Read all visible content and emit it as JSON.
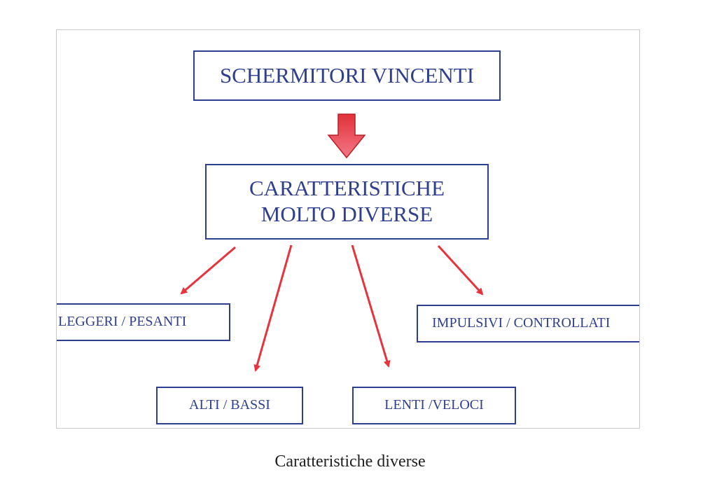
{
  "diagram": {
    "root": {
      "label": "SCHERMITORI VINCENTI"
    },
    "center": {
      "line1": "CARATTERISTICHE",
      "line2": "MOLTO DIVERSE"
    },
    "leaves": {
      "leggeri": "LEGGERI / PESANTI",
      "impulsivi": "IMPULSIVI / CONTROLLATI",
      "alti": "ALTI / BASSI",
      "lenti": "LENTI /VELOCI"
    },
    "colors": {
      "box_border": "#2f3f8f",
      "text": "#2f3f8f",
      "arrow": "#e8323c",
      "block_arrow_top": "#e2323a",
      "block_arrow_bottom": "#f27885"
    }
  },
  "caption": "Caratteristiche diverse"
}
